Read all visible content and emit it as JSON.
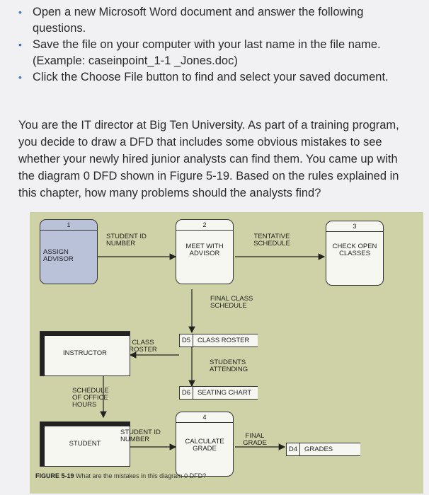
{
  "bullets": [
    "Open a new Microsoft Word document and answer the following questions.",
    "Save the file on your computer with your last name in the file name. (Example: caseinpoint_1-1 _Jones.doc)",
    "Click the Choose File button to find and select your saved document."
  ],
  "intro": "You are the IT director at Big Ten University. As part of a training program, you decide to draw a DFD that includes some obvious mistakes to see whether your newly hired junior analysts can find them. You came up with the diagram 0 DFD shown in Figure 5-19. Based on the rules explained in this chapter, how many problems should the analysts find?",
  "figure": {
    "processes": [
      {
        "number": "1",
        "name": "ASSIGN ADVISOR"
      },
      {
        "number": "2",
        "name": "MEET WITH ADVISOR"
      },
      {
        "number": "3",
        "name": "CHECK OPEN CLASSES"
      },
      {
        "number": "4",
        "name": "CALCULATE GRADE"
      }
    ],
    "entities": [
      "INSTRUCTOR",
      "STUDENT"
    ],
    "stores": [
      {
        "id": "D5",
        "name": "CLASS ROSTER"
      },
      {
        "id": "D6",
        "name": "SEATING CHART"
      },
      {
        "id": "D4",
        "name": "GRADES"
      }
    ],
    "flows": {
      "student_id_top": "STUDENT ID NUMBER",
      "tentative": "TENTATIVE SCHEDULE",
      "final_schedule": "FINAL CLASS SCHEDULE",
      "class_roster": "CLASS ROSTER",
      "students_attending": "STUDENTS ATTENDING",
      "office_hours": "SCHEDULE OF OFFICE HOURS",
      "student_id_bottom": "STUDENT ID NUMBER",
      "final_grade": "FINAL GRADE"
    },
    "caption_label": "FIGURE 5-19",
    "caption_text": "What are the mistakes in this diagram 0 DFD?"
  }
}
